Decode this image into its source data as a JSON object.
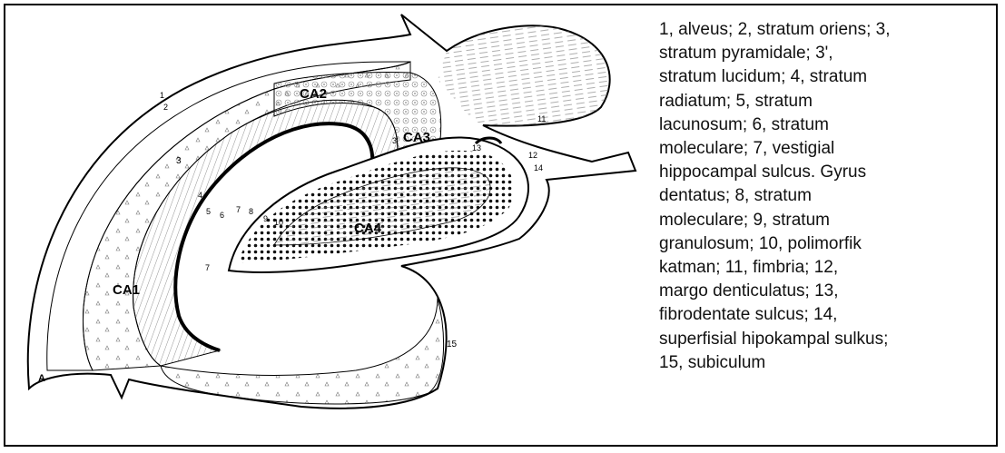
{
  "figure": {
    "panel_label": "A",
    "region_labels": {
      "ca1": "CA1",
      "ca2": "CA2",
      "ca3": "CA3",
      "ca4": "CA4"
    },
    "number_labels": [
      "1",
      "2",
      "3",
      "3'",
      "4",
      "5",
      "6",
      "7",
      "7",
      "8",
      "9",
      "10",
      "11",
      "12",
      "13",
      "14",
      "15"
    ]
  },
  "legend": {
    "lines": [
      "1, alveus; 2, stratum oriens; 3,",
      "stratum pyramidale; 3',",
      "stratum lucidum; 4, stratum",
      "radiatum; 5, stratum",
      "lacunosum; 6, stratum",
      "moleculare; 7, vestigial",
      "hippocampal sulcus. Gyrus",
      "dentatus; 8, stratum",
      "moleculare; 9, stratum",
      "granulosum; 10, polimorfik",
      "katman; 11, fimbria; 12,",
      "margo denticulatus; 13,",
      "fibrodentate sulcus; 14,",
      "superfisial hipokampal sulkus;",
      "15, subiculum"
    ]
  }
}
